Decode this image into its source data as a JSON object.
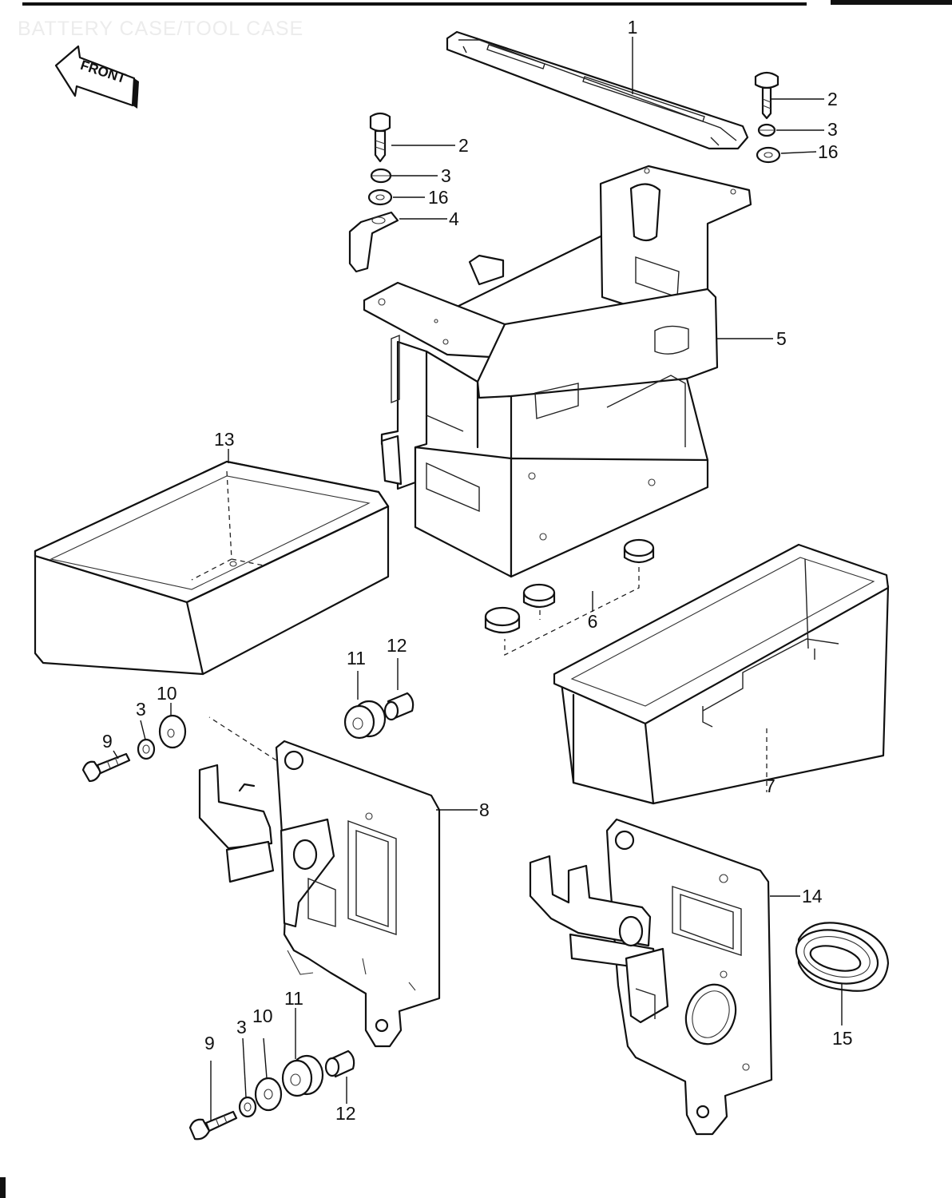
{
  "header": {
    "title": "BATTERY CASE/TOOL CASE",
    "front_label": "FRONT"
  },
  "callouts": {
    "strap_1": "1",
    "bolt_2_right": "2",
    "washer_3_right": "3",
    "washer_16_right": "16",
    "bolt_2_left": "2",
    "washer_3_left": "3",
    "washer_16_left": "16",
    "bracket_4": "4",
    "battery_case_5": "5",
    "cushion_6": "6",
    "tool_case_7": "7",
    "bracket_8": "8",
    "bolt_9_upper": "9",
    "washer_3_upper": "3",
    "washer_10_upper": "10",
    "grommet_11_upper": "11",
    "collar_12_upper": "12",
    "tray_13": "13",
    "bracket_14": "14",
    "grommet_15": "15",
    "bolt_9_lower": "9",
    "washer_3_lower": "3",
    "washer_10_lower": "10",
    "grommet_11_lower": "11",
    "collar_12_lower": "12"
  }
}
